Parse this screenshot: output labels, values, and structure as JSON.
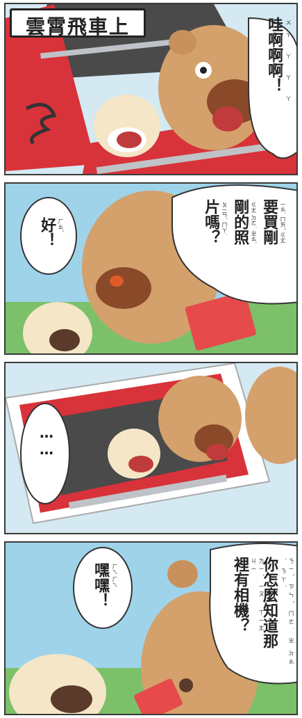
{
  "panel1": {
    "caption": "雲霄飛車上",
    "speech": "哇啊啊啊！",
    "bopomofo": "ㄨㄚ ㄚ ㄚ ㄚ"
  },
  "panel2": {
    "speech_right_col1": "要買剛",
    "speech_right_col2": "剛的照",
    "speech_right_col3": "片嗎？",
    "bopomofo_col1": "ㄧㄠˋ ㄇㄞˇ ㄍㄤ",
    "bopomofo_col2": "ㄍㄤ ㄉㄜ˙ ㄓㄠˋ",
    "bopomofo_col3": "ㄆㄧㄢˋ ㄇㄚ˙",
    "speech_left": "好！",
    "bopomofo_left": "ㄏㄠˇ"
  },
  "panel3": {
    "speech": "……"
  },
  "panel4": {
    "speech_right_col1": "你怎麼知道那",
    "speech_right_col2": "裡有相機？",
    "bopomofo_col1": "ㄋㄧˇ ㄗㄣˇ ㄇㄜ˙ ㄓ ㄉㄠˋ ㄋㄚˋ",
    "bopomofo_col2": "ㄌㄧˇ ㄧㄡˇ ㄒㄧㄤ ㄐㄧ",
    "speech_left": "嘿嘿！",
    "bopomofo_left": "ㄏㄟ ㄏㄟ"
  }
}
